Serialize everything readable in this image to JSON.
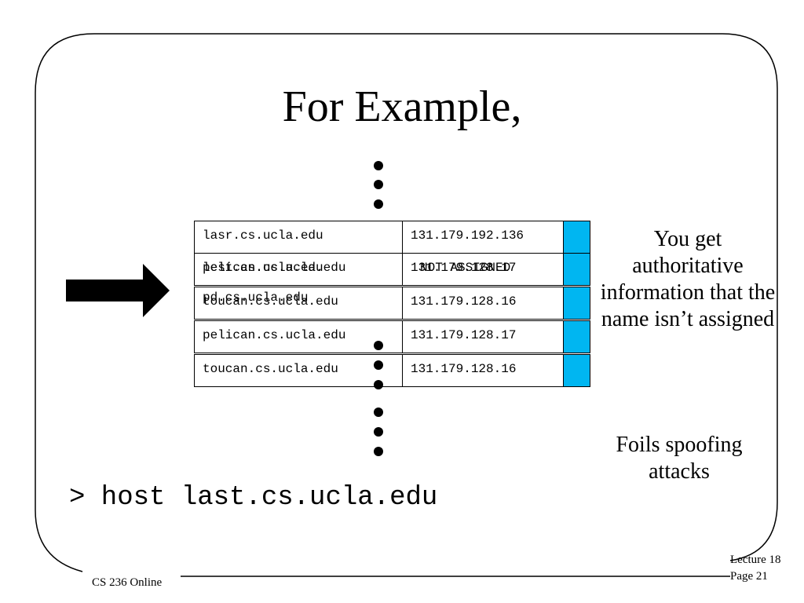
{
  "slide": {
    "title": "For Example,",
    "command": "> host last.cs.ucla.edu",
    "side_note": "You get authoritative information that the name isn’t assigned",
    "foils_note": "Foils spoofing attacks"
  },
  "table": {
    "rows": [
      {
        "name": "lasr.cs.ucla.edu",
        "address": "131.179.192.136"
      },
      {
        "name": "pelican.cs.ucla.edu",
        "address": "131.179.128.17",
        "overlay_name": "lest.cs.ucla.edu",
        "overlay_address": "NOT ASSIGNED"
      },
      {
        "name": "toucan.cs.ucla.edu",
        "address": "131.179.128.16",
        "overlay_name": "pd.cs.ucla.edu"
      },
      {
        "name": "pelican.cs.ucla.edu",
        "address": "131.179.128.17"
      },
      {
        "name": "toucan.cs.ucla.edu",
        "address": "131.179.128.16"
      }
    ],
    "flag_color": "#00b6f1"
  },
  "footer": {
    "course": "CS 236 Online",
    "lecture": "Lecture 18",
    "page": "Page 21"
  }
}
